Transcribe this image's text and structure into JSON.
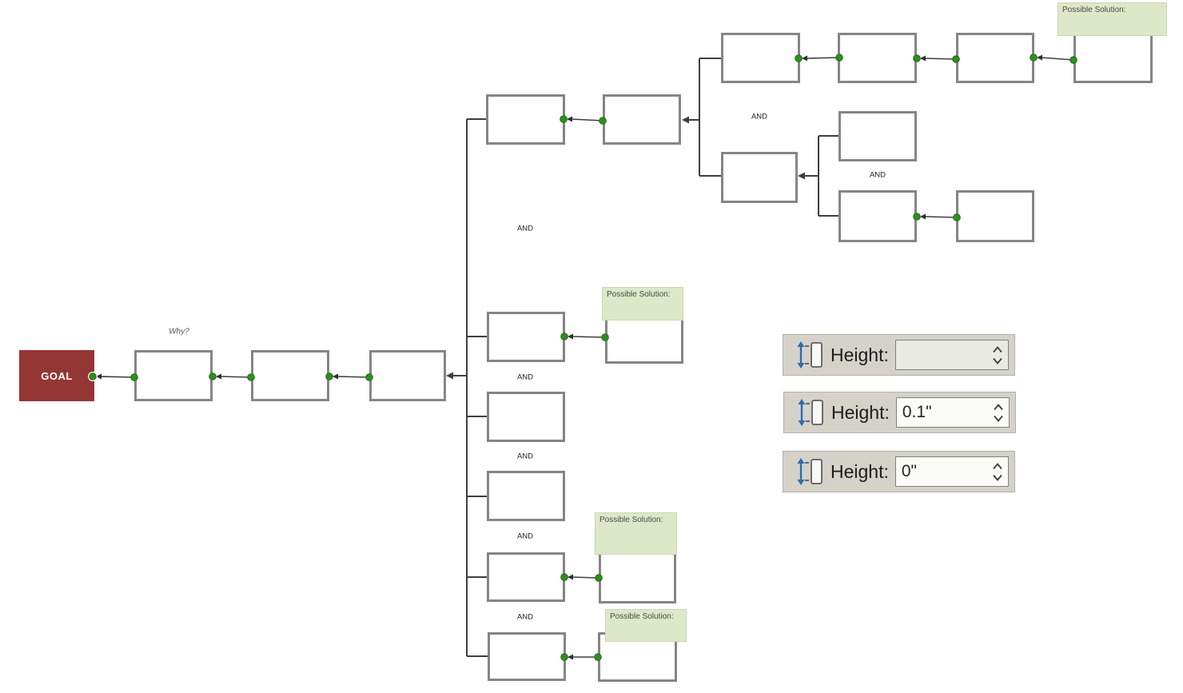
{
  "diagram": {
    "goal": {
      "label": "GOAL",
      "color": "#943634"
    },
    "why_label": "Why?",
    "and_labels": [
      "AND",
      "AND",
      "AND",
      "AND",
      "AND",
      "AND",
      "AND"
    ],
    "solution_notes": [
      "Possible Solution:",
      "Possible Solution:",
      "Possible Solution:",
      "Possible Solution:"
    ],
    "colors": {
      "box_border": "#858585",
      "connector_line": "#3f3f3f",
      "connection_dot": "#2e8f1f",
      "note_background": "#dde8c9",
      "goal_background": "#943634"
    }
  },
  "size_controls": [
    {
      "label": "Height:",
      "value": ""
    },
    {
      "label": "Height:",
      "value": "0.1\""
    },
    {
      "label": "Height:",
      "value": "0\""
    }
  ]
}
